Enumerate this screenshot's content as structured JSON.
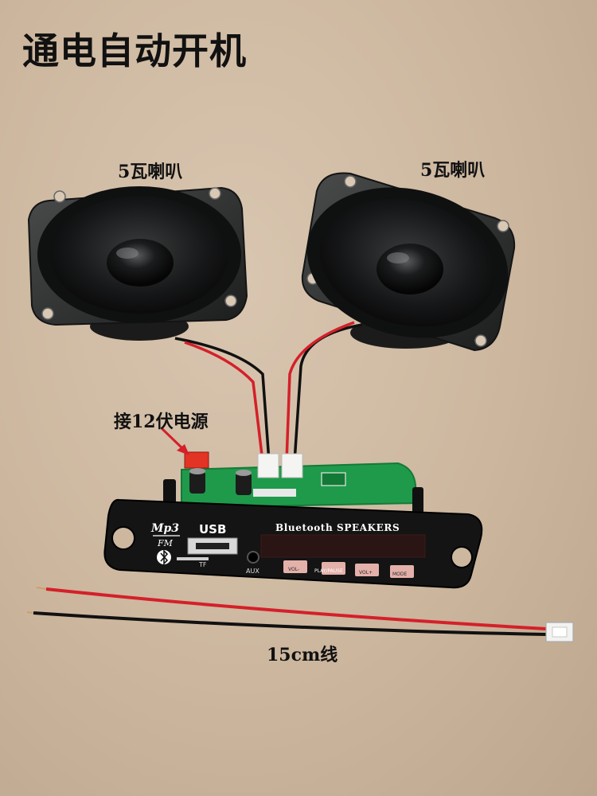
{
  "title": "通电自动开机",
  "labels": {
    "left_speaker": "5瓦喇叭",
    "right_speaker": "5瓦喇叭",
    "power": "接12伏电源",
    "cable": "15cm线"
  },
  "panel": {
    "logo_top": "Mp3",
    "logo_bottom": "FM",
    "usb": "USB",
    "tf": "TF",
    "aux": "AUX",
    "brand": "Bluetooth SPEAKERS",
    "buttons": [
      "VOL-",
      "PLAY/PAUSE",
      "VOL+",
      "MODE"
    ]
  },
  "colors": {
    "background": "#cdb79f",
    "speaker_frame": "#2b2d2d",
    "pcb": "#1f9a4a",
    "panel": "#141414",
    "wire_red": "#d4202a",
    "wire_black": "#111111"
  }
}
